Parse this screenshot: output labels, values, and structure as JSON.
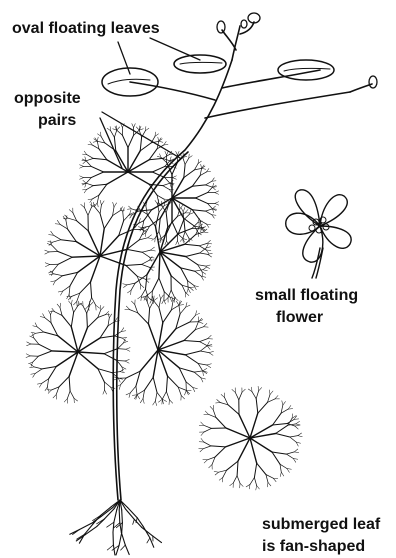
{
  "labels": {
    "oval_floating_leaves": "oval floating leaves",
    "opposite_pairs_line1": "opposite",
    "opposite_pairs_line2": "pairs",
    "small_floating_flower_line1": "small floating",
    "small_floating_flower_line2": "flower",
    "submerged_leaf_line1": "submerged leaf",
    "submerged_leaf_line2": "is fan-shaped"
  },
  "colors": {
    "ink": "#111111",
    "background": "#ffffff"
  }
}
